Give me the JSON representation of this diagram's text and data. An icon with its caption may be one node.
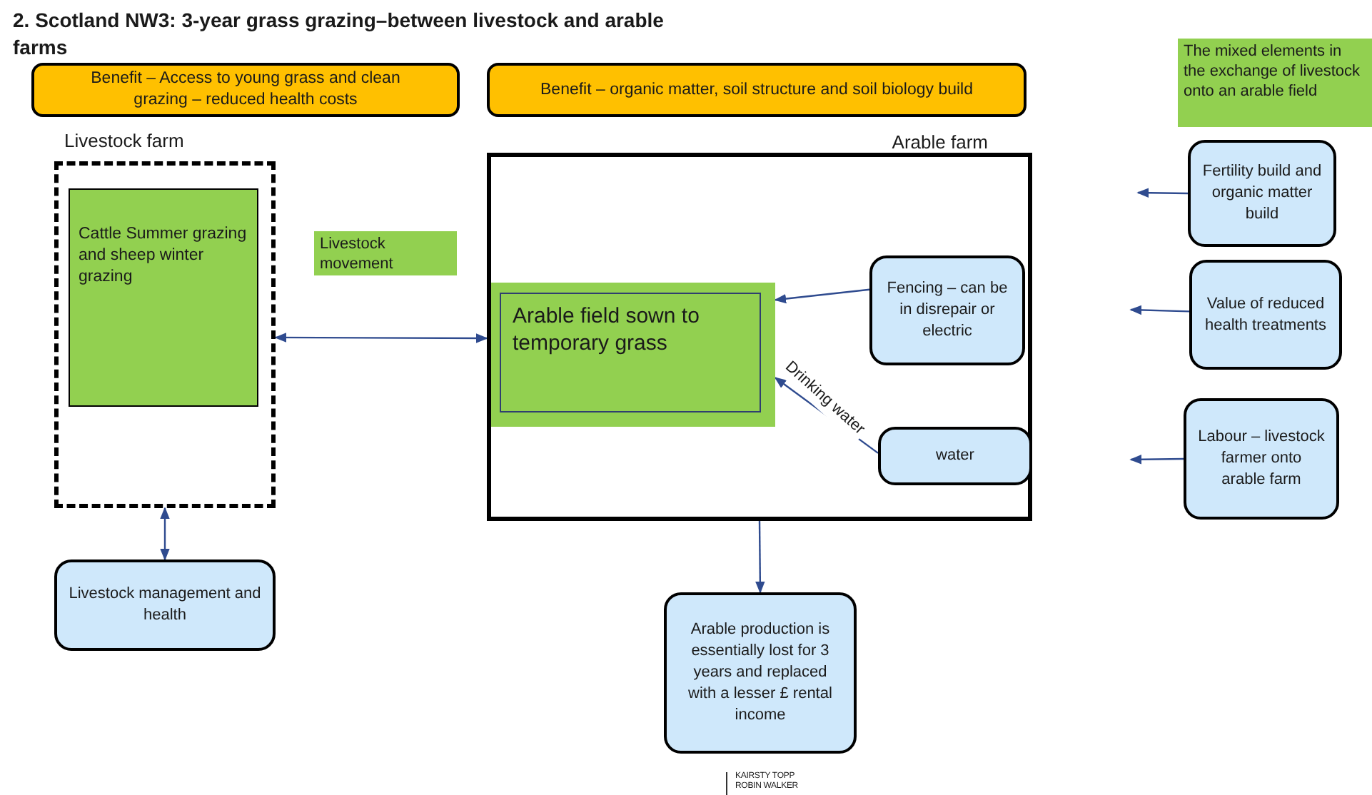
{
  "diagram": {
    "title": "2. Scotland NW3: 3-year grass grazing–between livestock and arable farms",
    "nodes": [
      {
        "text": [
          "Benefit – Access to young grass and clean grazing – reduced health costs"
        ]
      },
      {
        "text": [
          "Benefit – organic matter, soil structure and soil biology build"
        ]
      },
      {
        "text": [
          "The mixed elements in the exchange of livestock onto an arable field"
        ]
      },
      {
        "text": [
          "Livestock farm"
        ]
      },
      {
        "text": [
          "Cattle Summer grazing and sheep winter grazing"
        ],
        "in": 3
      },
      {
        "text": [
          "Livestock movement"
        ]
      },
      {
        "text": [
          "Arable farm"
        ]
      },
      {
        "text": [
          "Arable field sown to temporary grass"
        ],
        "in": 6
      },
      {
        "text": [
          "Fencing – can be in disrepair or electric"
        ],
        "in": 6
      },
      {
        "text": [
          "water"
        ],
        "in": 6
      },
      {
        "text": [
          "Livestock management and health"
        ]
      },
      {
        "text": [
          "Arable production is essentially lost for 3 years and replaced with a lesser £ rental income"
        ]
      },
      {
        "text": [
          "Fertility build and organic matter build"
        ]
      },
      {
        "text": [
          "Value of reduced health treatments"
        ]
      },
      {
        "text": [
          "Labour – livestock farmer onto arable farm"
        ]
      }
    ],
    "edges": [
      {
        "from": 3,
        "to": 6,
        "arrow": "both"
      },
      {
        "from": 3,
        "to": 10,
        "arrow": "both"
      },
      {
        "from": 8,
        "to": 7,
        "arrow": "to"
      },
      {
        "from": 9,
        "to": 7,
        "arrow": "to",
        "label": "Drinking water"
      },
      {
        "from": 6,
        "to": 11,
        "arrow": "to"
      },
      {
        "from": 12,
        "to": null,
        "arrow": "to"
      },
      {
        "from": 13,
        "to": null,
        "arrow": "to"
      },
      {
        "from": 14,
        "to": null,
        "arrow": "to"
      }
    ],
    "labels": [
      "KAIRSTY TOPP",
      "ROBIN WALKER"
    ]
  }
}
